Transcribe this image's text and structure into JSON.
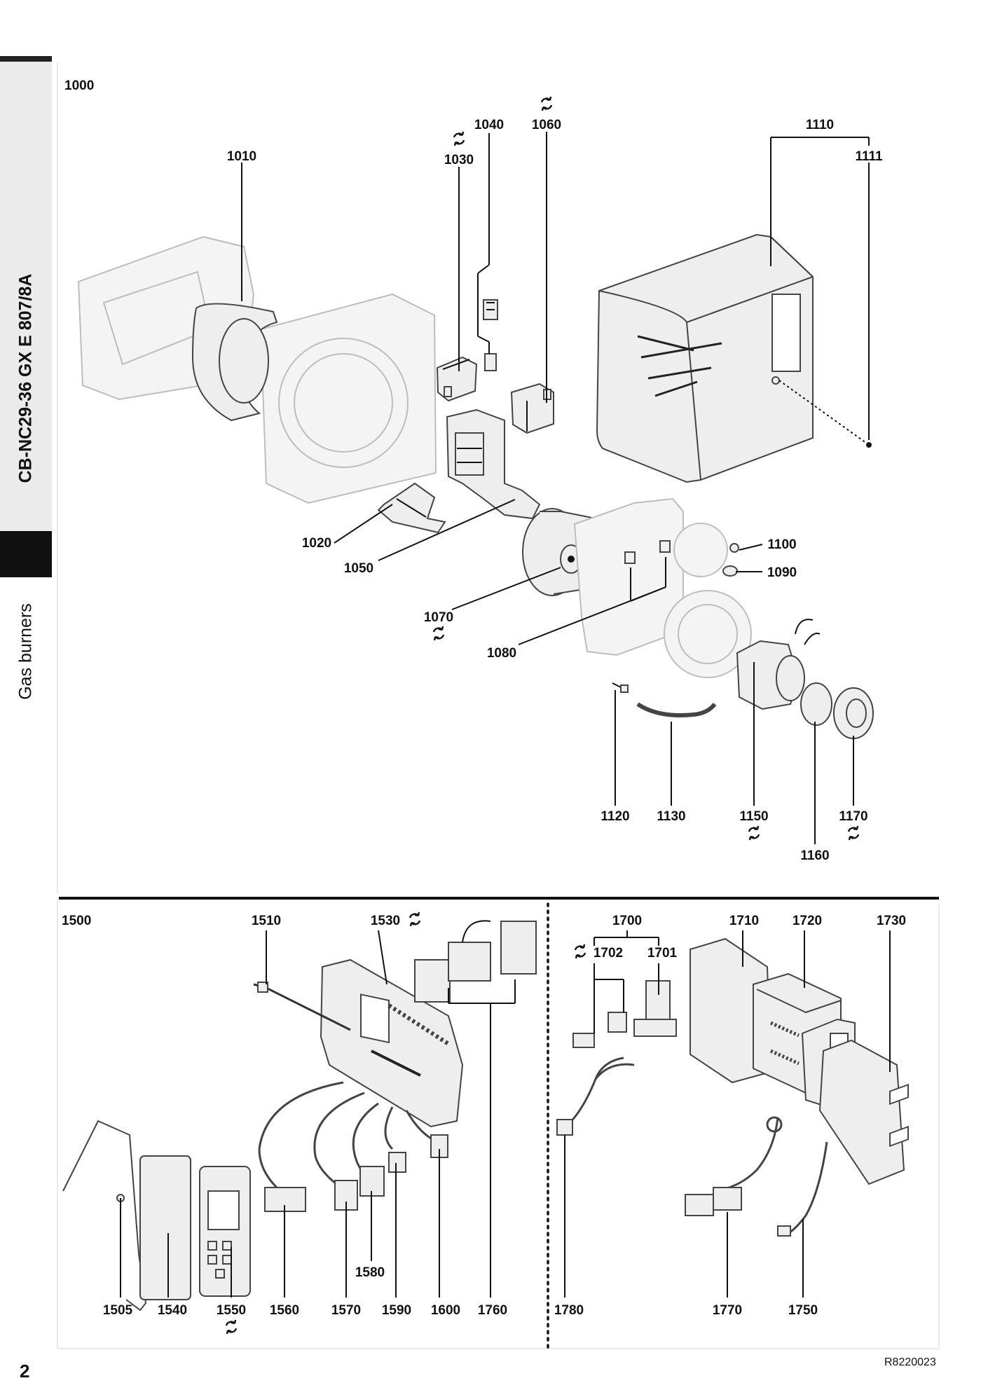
{
  "sidebar": {
    "title": "CB-NC29-36 GX E 807/8A",
    "subtitle": "Gas burners"
  },
  "page_number": "2",
  "reference_code": "R8220023",
  "icons": {
    "rotate": "rotate-arrows-icon"
  },
  "top_panel": {
    "group_label": "1000",
    "labels": {
      "l1010": "1010",
      "l1020": "1020",
      "l1030": "1030",
      "l1040": "1040",
      "l1050": "1050",
      "l1060": "1060",
      "l1070": "1070",
      "l1080": "1080",
      "l1090": "1090",
      "l1100": "1100",
      "l1110": "1110",
      "l1111": "1111",
      "l1120": "1120",
      "l1130": "1130",
      "l1150": "1150",
      "l1160": "1160",
      "l1170": "1170"
    }
  },
  "bottom_left_panel": {
    "group_label": "1500",
    "labels": {
      "l1505": "1505",
      "l1510": "1510",
      "l1530": "1530",
      "l1540": "1540",
      "l1550": "1550",
      "l1560": "1560",
      "l1570": "1570",
      "l1580": "1580",
      "l1590": "1590",
      "l1600": "1600",
      "l1760": "1760"
    }
  },
  "bottom_right_panel": {
    "labels": {
      "l1700": "1700",
      "l1701": "1701",
      "l1702": "1702",
      "l1710": "1710",
      "l1720": "1720",
      "l1730": "1730",
      "l1750": "1750",
      "l1770": "1770",
      "l1780": "1780"
    }
  }
}
